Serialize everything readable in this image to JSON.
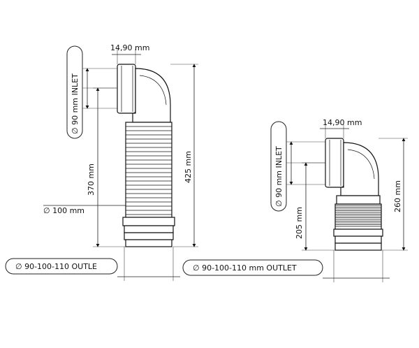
{
  "labels": {
    "left_top_width": "14,90 mm",
    "left_inlet": "∅ 90 mm INLET",
    "left_height_370": "370 mm",
    "left_height_425": "425 mm",
    "left_hose_dia": "∅ 100 mm",
    "left_outlet": "∅ 90-100-110 OUTLE",
    "right_top_width": "14,90 mm",
    "right_inlet": "∅ 90 mm INLET",
    "right_height_205": "205 mm",
    "right_height_260": "260 mm",
    "right_outlet": "∅ 90-100-110 mm OUTLET"
  },
  "colors": {
    "line": "#111111",
    "background": "#ffffff"
  }
}
